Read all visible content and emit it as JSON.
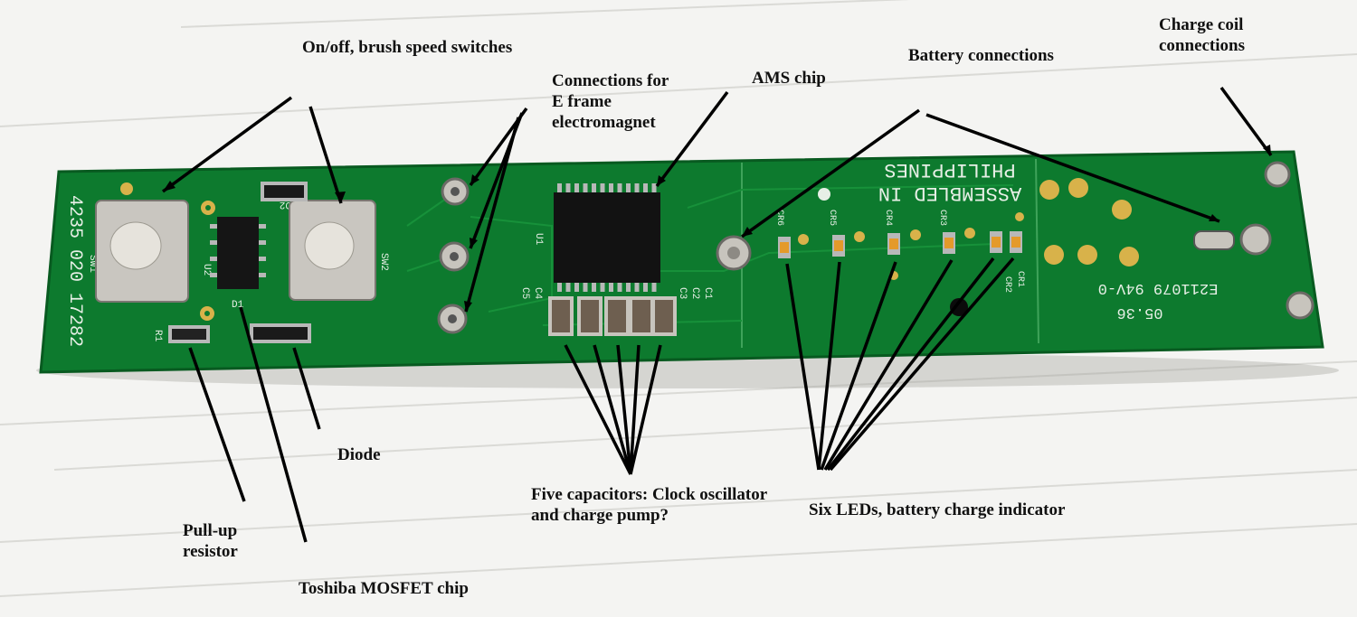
{
  "board": {
    "silkscreen_top": "PHILIPPINES",
    "silkscreen_mid": "ASSEMBLED IN",
    "part_number_left": "4235 020 17282",
    "part_number_right": "E211079 94V-0",
    "date_code": "05.36",
    "refs": [
      "SW1",
      "SW2",
      "U1",
      "U2",
      "D1",
      "D2",
      "R1",
      "C1",
      "C2",
      "C3",
      "C4",
      "C5",
      "CR1",
      "CR2",
      "CR3",
      "CR4",
      "CR5",
      "CR6"
    ]
  },
  "annotations": {
    "switches": "On/off, brush speed switches",
    "electromagnet": "Connections for\nE frame\nelectromagnet",
    "ams_chip": "AMS chip",
    "battery": "Battery connections",
    "charge_coil": "Charge coil\nconnections",
    "diode": "Diode",
    "capacitors": "Five capacitors: Clock oscillator\nand charge pump?",
    "leds": "Six LEDs, battery charge indicator",
    "resistor": "Pull-up\nresistor",
    "mosfet": "Toshiba MOSFET chip"
  },
  "colors": {
    "pcb_green": "#0d7a2e",
    "pcb_dark": "#0a5e22",
    "background": "#f4f4f2",
    "pad_gold": "#d8b24a",
    "arrow": "#000000"
  }
}
